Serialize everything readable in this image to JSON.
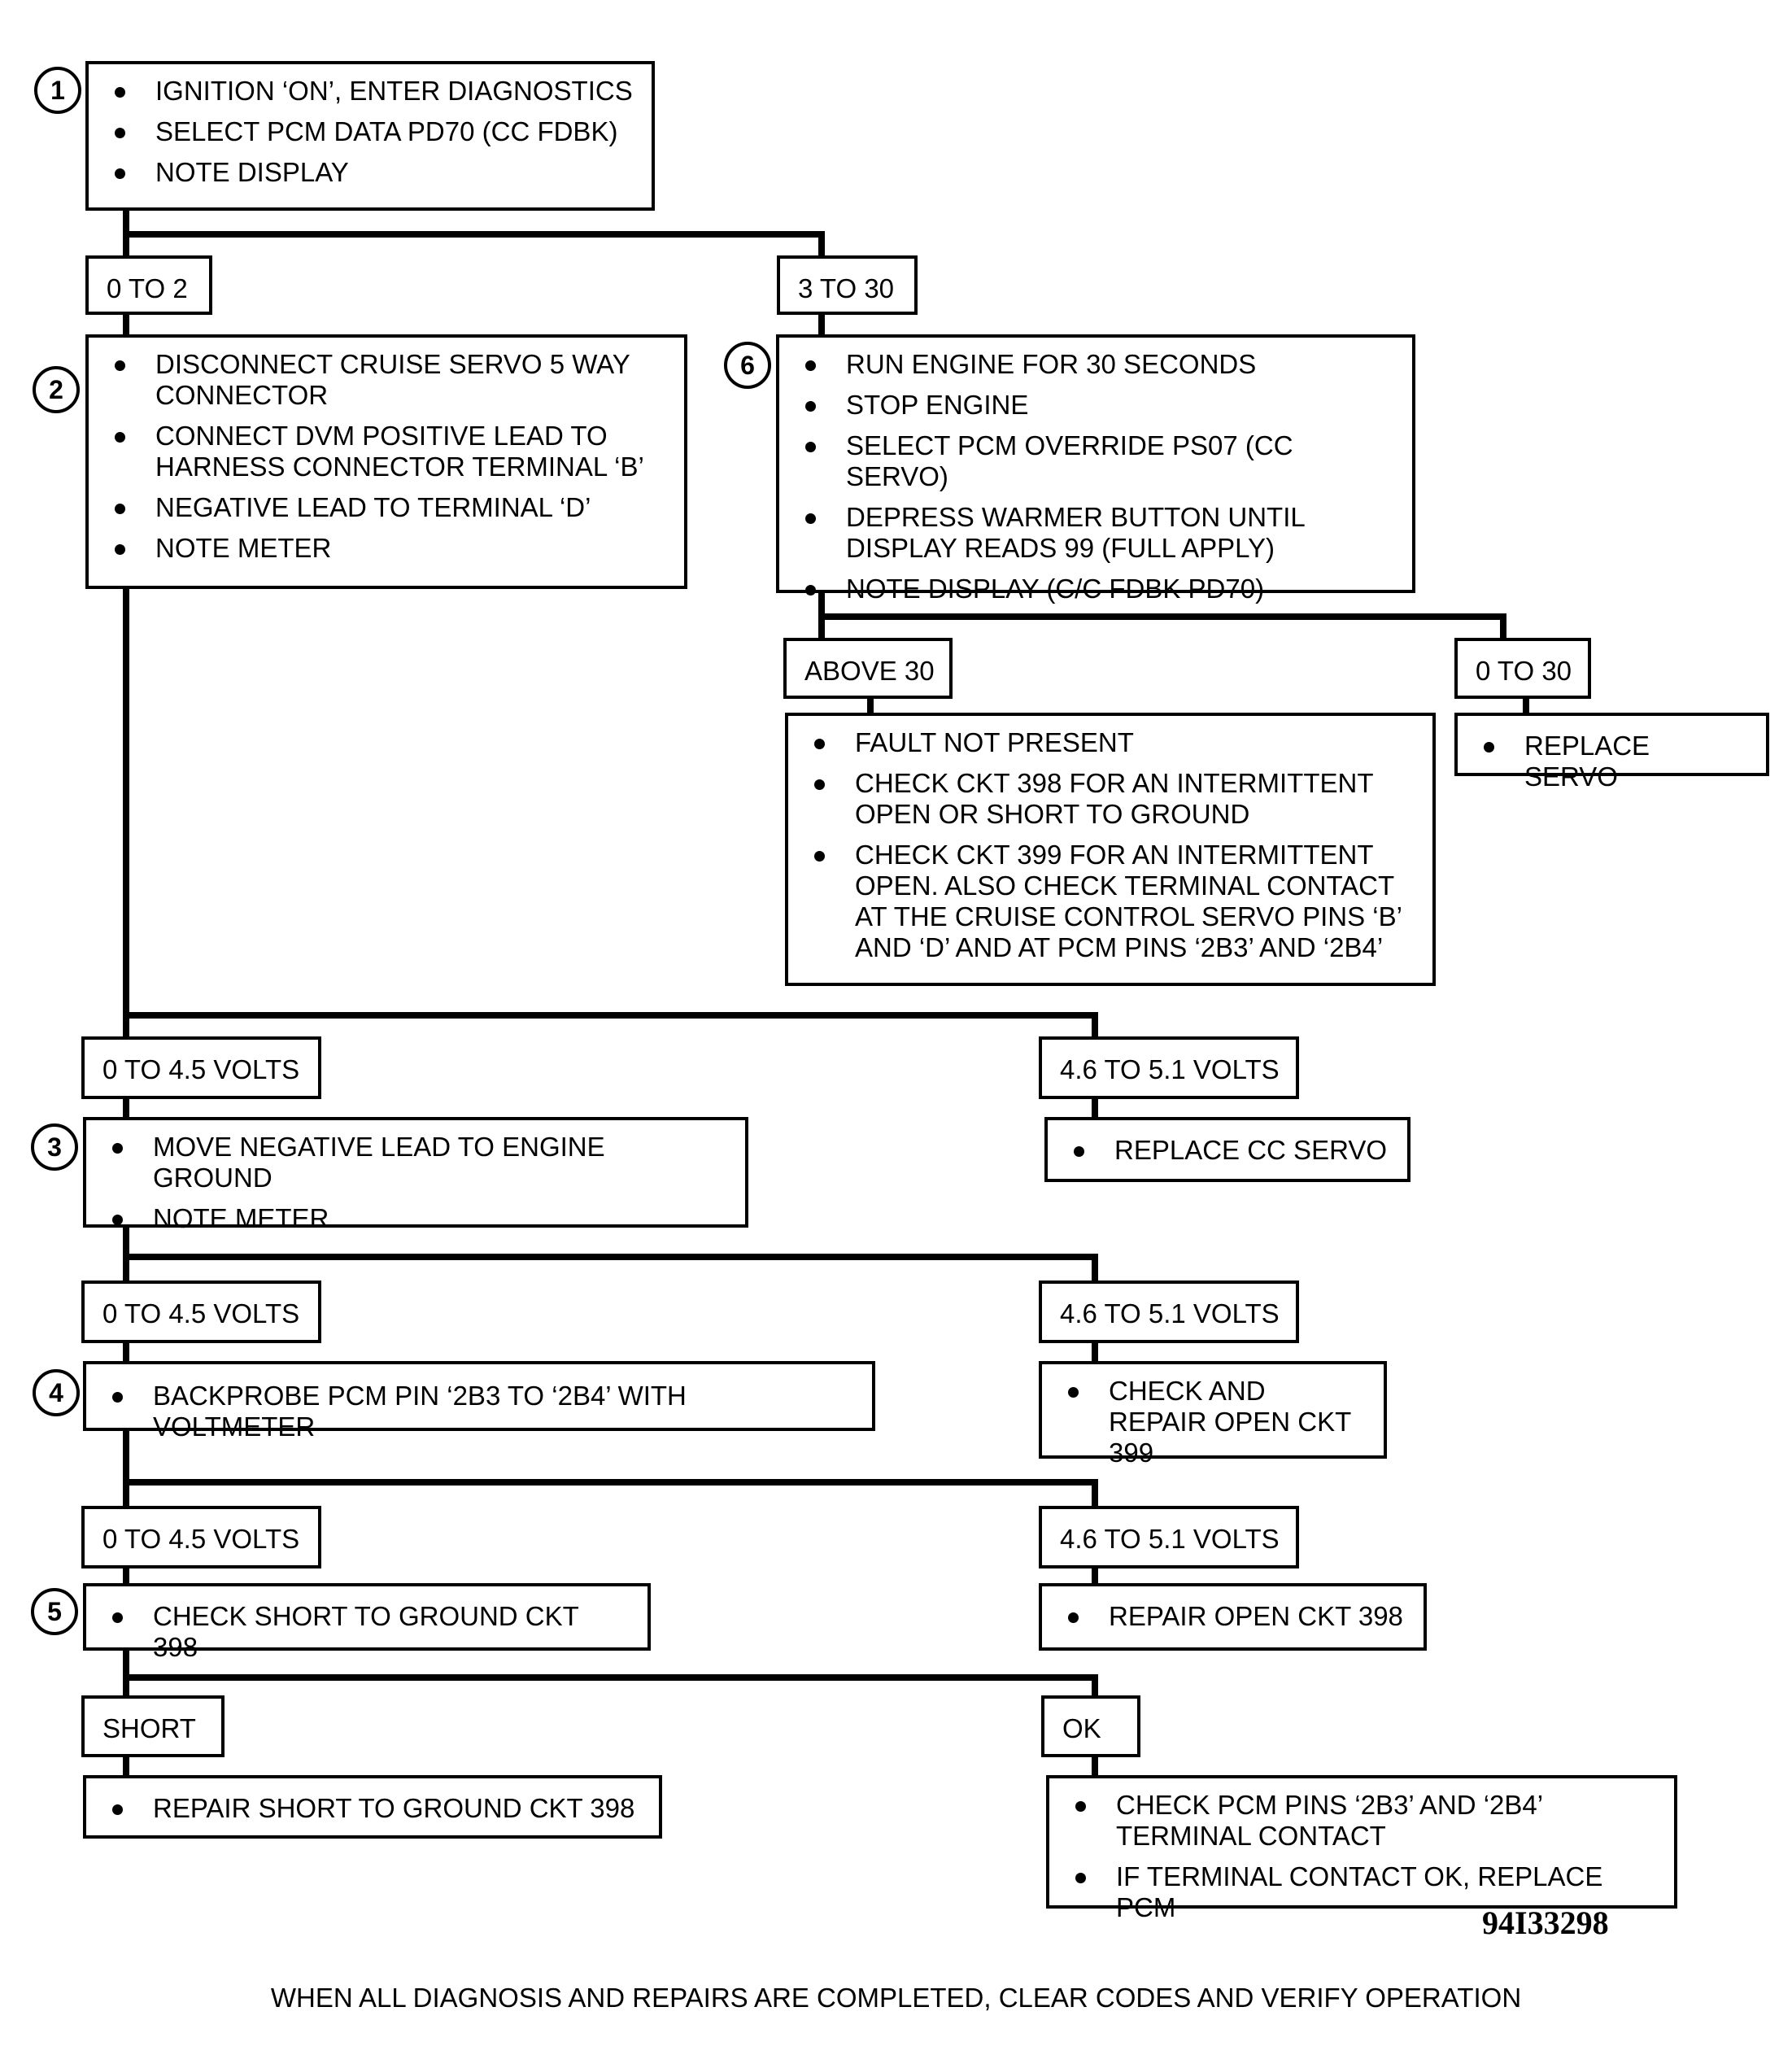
{
  "steps": {
    "s1": {
      "number": "1",
      "items": [
        "IGNITION ‘ON’, ENTER DIAGNOSTICS",
        "SELECT PCM DATA PD70 (CC FDBK)",
        "NOTE DISPLAY"
      ]
    },
    "s2": {
      "number": "2",
      "items": [
        "DISCONNECT CRUISE SERVO 5 WAY CONNECTOR",
        "CONNECT DVM POSITIVE LEAD TO HARNESS CONNECTOR TERMINAL ‘B’",
        "NEGATIVE LEAD TO TERMINAL ‘D’",
        "NOTE METER"
      ]
    },
    "s3": {
      "number": "3",
      "items": [
        "MOVE NEGATIVE LEAD TO ENGINE GROUND",
        "NOTE METER"
      ]
    },
    "s4": {
      "number": "4",
      "items": [
        "BACKPROBE PCM PIN ‘2B3 TO ‘2B4’ WITH VOLTMETER"
      ]
    },
    "s5": {
      "number": "5",
      "items": [
        "CHECK SHORT TO GROUND CKT 398"
      ]
    },
    "s6": {
      "number": "6",
      "items": [
        "RUN ENGINE FOR 30 SECONDS",
        "STOP ENGINE",
        "SELECT PCM OVERRIDE PS07 (CC SERVO)",
        "DEPRESS WARMER BUTTON UNTIL DISPLAY READS 99  (FULL APPLY)",
        "NOTE DISPLAY (C/C FDBK PD70)"
      ]
    }
  },
  "labels": {
    "l_0to2": "0 TO 2",
    "l_3to30": "3 TO 30",
    "l_above30": "ABOVE 30",
    "l_0to30": "0 TO 30",
    "l_s2_low": "0 TO 4.5 VOLTS",
    "l_s2_high": "4.6 TO 5.1 VOLTS",
    "l_s3_low": "0 TO 4.5 VOLTS",
    "l_s3_high": "4.6 TO 5.1 VOLTS",
    "l_s4_low": "0 TO 4.5 VOLTS",
    "l_s4_high": "4.6 TO 5.1 VOLTS",
    "l_short": "SHORT",
    "l_ok": "OK"
  },
  "results": {
    "fault": [
      "FAULT NOT PRESENT",
      "CHECK CKT 398 FOR AN INTERMITTENT OPEN OR SHORT TO GROUND",
      "CHECK CKT 399 FOR AN INTERMITTENT OPEN. ALSO CHECK TERMINAL CONTACT AT THE CRUISE CONTROL SERVO PINS ‘B’ AND ‘D’ AND AT PCM PINS ‘2B3’ AND ‘2B4’"
    ],
    "replace_servo": [
      "REPLACE SERVO"
    ],
    "replace_cc_servo": [
      "REPLACE CC SERVO"
    ],
    "repair_399": [
      "CHECK AND REPAIR OPEN CKT 399"
    ],
    "repair_open_398": [
      "REPAIR OPEN CKT 398"
    ],
    "repair_short_398": [
      "REPAIR SHORT TO GROUND CKT 398"
    ],
    "check_pcm": [
      "CHECK PCM PINS ‘2B3’ AND ‘2B4’ TERMINAL CONTACT",
      "IF TERMINAL CONTACT OK, REPLACE PCM"
    ]
  },
  "figure_id": "94I33298",
  "footer": "WHEN ALL DIAGNOSIS AND REPAIRS ARE COMPLETED, CLEAR CODES AND VERIFY OPERATION"
}
